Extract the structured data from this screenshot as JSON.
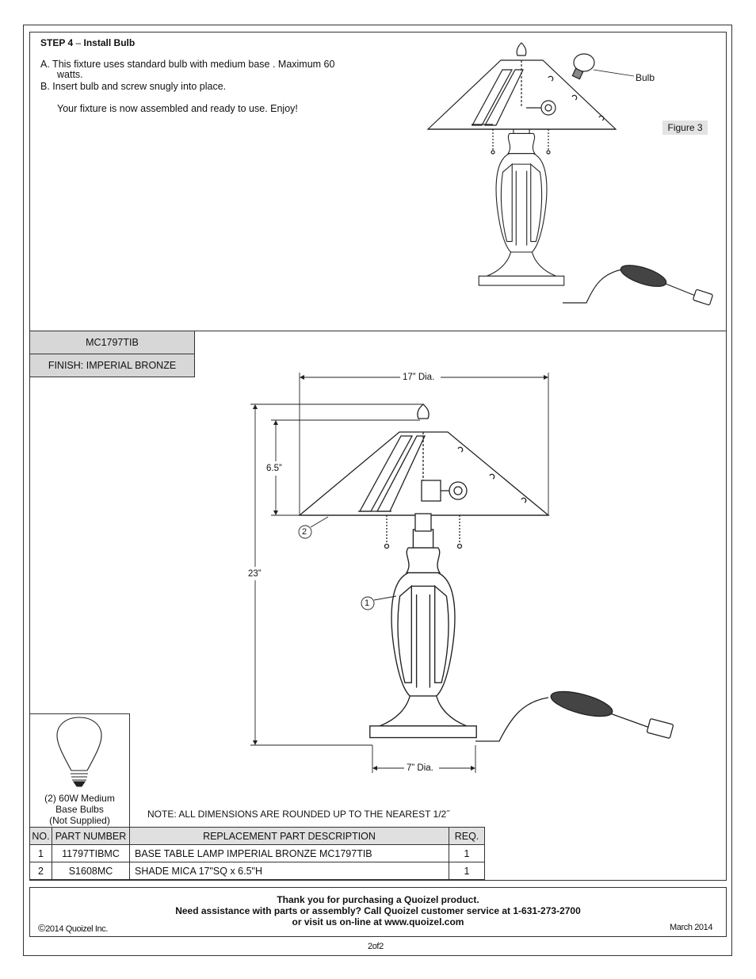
{
  "step4": {
    "title": "STEP 4",
    "dash": "–",
    "subtitle": "Install Bulb",
    "line_a1": "A.  This fixture uses standard bulb with medium base . Maximum 60",
    "line_a2": "watts.",
    "line_b": "B.  Insert bulb and screw snugly into place.",
    "line_c": "Your fixture is now assembled and ready to use. Enjoy!",
    "bulb_label": "Bulb",
    "figure_label": "Figure 3"
  },
  "info": {
    "model": "MC1797TIB",
    "finish": "FINISH: IMPERIAL BRONZE"
  },
  "dimensions": {
    "shade_dia": "17” Dia.",
    "shade_height": "6.5”",
    "total_height": "23”",
    "base_dia": "7” Dia.",
    "callout_1": "1",
    "callout_2": "2"
  },
  "bulbs": {
    "line1": "(2) 60W Medium",
    "line2": "Base Bulbs",
    "line3": "(Not Supplied)"
  },
  "note": "NOTE:  ALL DIMENSIONS ARE ROUNDED UP TO THE NEAREST  1/2˝",
  "parts_table": {
    "headers": [
      "NO.",
      "PART NUMBER",
      "REPLACEMENT PART DESCRIPTION",
      "REQ."
    ],
    "rows": [
      [
        "1",
        "11797TIBMC",
        "BASE TABLE LAMP IMPERIAL BRONZE MC1797TIB",
        "1"
      ],
      [
        "2",
        "S1608MC",
        "SHADE MICA 17\"SQ x 6.5\"H",
        "1"
      ]
    ]
  },
  "footer": {
    "line1": "Thank you for purchasing a Quoizel product.",
    "line2": "Need assistance with parts or assembly? Call Quoizel customer service at 1-631-273-2700",
    "line3": "or visit us on-line at www.quoizel.com",
    "copyright": "2014  Quoizel Inc.",
    "date": "March 2014"
  },
  "page_number": "2of2"
}
